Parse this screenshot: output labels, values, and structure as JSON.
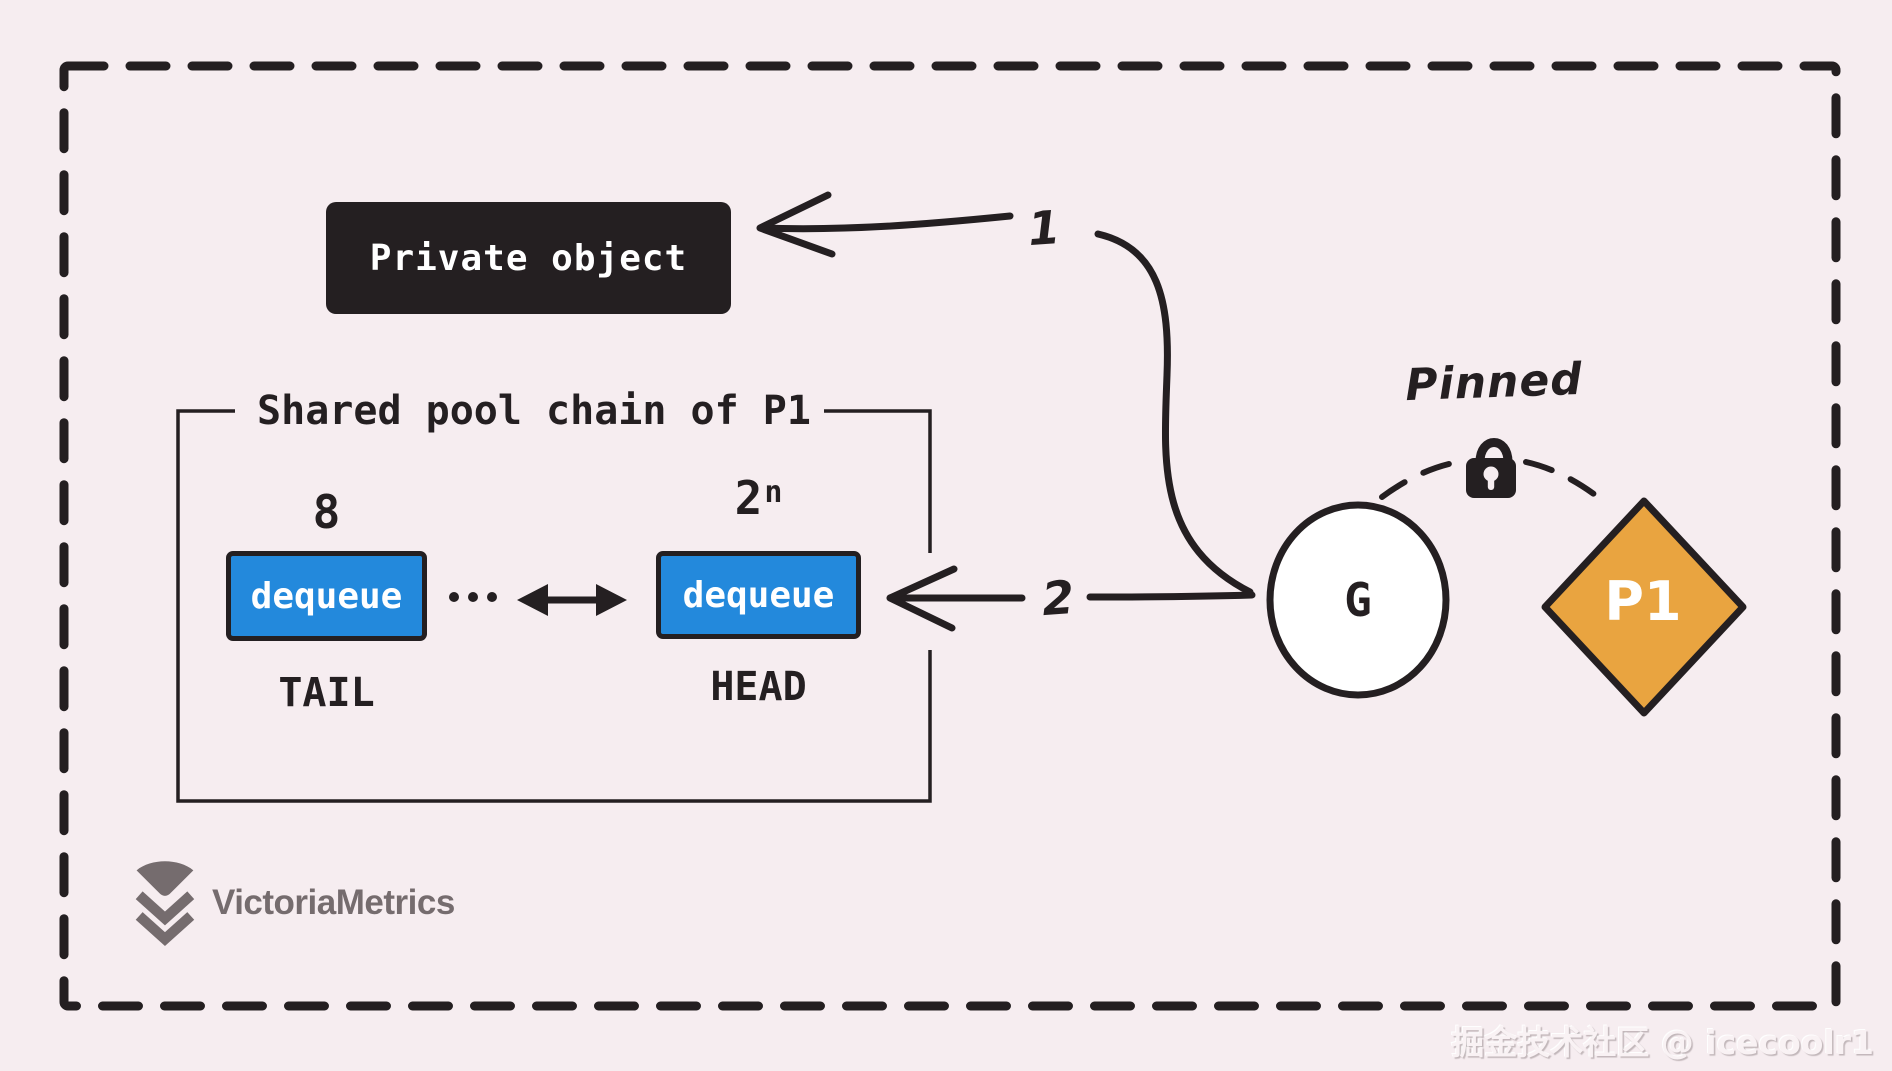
{
  "colors": {
    "bg": "#f6edf0",
    "ink": "#241f21",
    "blue": "#2389dc",
    "orange": "#e9a440",
    "gray": "#756c6e",
    "white": "#ffffff",
    "wm": "#f9f2f4"
  },
  "private_object": {
    "label": "Private object"
  },
  "pool": {
    "title": "Shared pool chain of P1",
    "ellipsis": "···",
    "nodes": [
      {
        "count": "8",
        "label": "dequeue",
        "role": "TAIL"
      },
      {
        "count_base": "2",
        "count_exp": "n",
        "label": "dequeue",
        "role": "HEAD"
      }
    ]
  },
  "steps": {
    "one": "1",
    "two": "2"
  },
  "goroutine": {
    "label": "G"
  },
  "processor": {
    "label": "P1",
    "status": "Pinned"
  },
  "logo": {
    "text": "VictoriaMetrics"
  },
  "watermark": {
    "text": "掘金技术社区 @ icecoolr1"
  }
}
